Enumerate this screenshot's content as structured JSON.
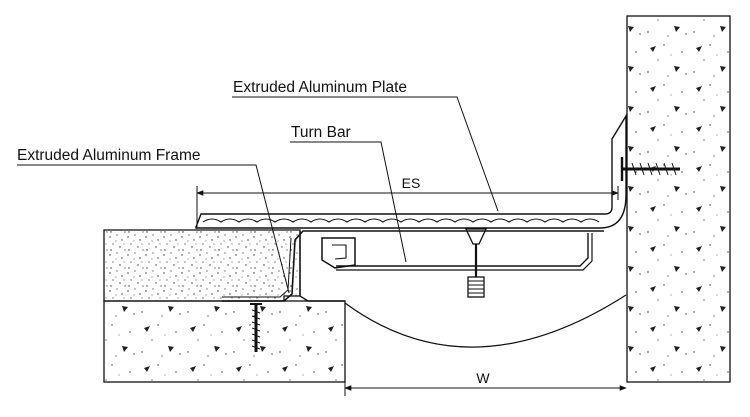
{
  "labels": {
    "plate": "Extruded Aluminum Plate",
    "turn_bar": "Turn Bar",
    "frame": "Extruded Aluminum Frame"
  },
  "dimensions": {
    "es": "ES",
    "w": "W"
  }
}
